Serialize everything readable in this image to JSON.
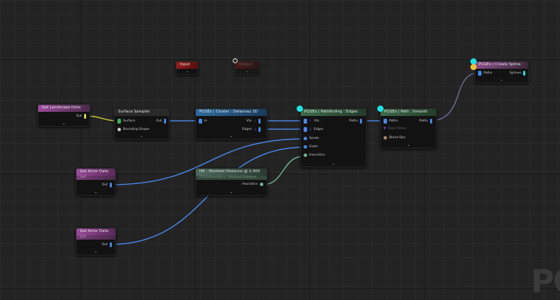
{
  "colors": {
    "wire_blue": "#4a86e8",
    "wire_yellow": "#c8c83a",
    "wire_green": "#6fb38f",
    "header_pcgex": "#2e6a9e",
    "header_actor": "#8a4a8a",
    "header_green": "#3d6b4a",
    "header_io": "#8a1c1c",
    "cyan": "#1de4e4"
  },
  "nodes": {
    "input": {
      "title": "Input"
    },
    "output": {
      "title": "Output",
      "disabled_icon": "disabled-icon"
    },
    "landscape": {
      "title": "Get Landscape Data",
      "out": "Out"
    },
    "sampler": {
      "title": "Surface Sampler",
      "in1": "Surface",
      "in2": "Bounding Shape",
      "out": "Out"
    },
    "delaunay": {
      "title": "PCGEx | Cluster : Delaunay 2D",
      "in": "In",
      "out1": "Vtx",
      "out2": "Edges"
    },
    "pathfinding": {
      "title": "PCGEx | Pathfinding : Edges",
      "in1": "Vtx",
      "in2": "Edges",
      "in3": "Seeds",
      "in4": "Goals",
      "in5": "Heuristics",
      "out": "Paths"
    },
    "smooth": {
      "title": "PCGEx | Path : Smooth",
      "in1": "Paths",
      "in2": "Point Filters",
      "in3": "Blend Ops",
      "out": "Paths"
    },
    "spline": {
      "title": "PCGEx | Create Spline",
      "in": "Paths",
      "out": "Splines"
    },
    "actor1": {
      "title": "Get Actor Data",
      "subtitle": "Self",
      "out": "Out"
    },
    "actor2": {
      "title": "Get Actor Data",
      "subtitle": "Self",
      "out": "Out"
    },
    "hx": {
      "title": "HX : Shortest Distance @ 1.000",
      "subtitle": "PCGExHeuristics : Shortest Distance",
      "out": "Heuristics"
    }
  },
  "watermark": "PC"
}
